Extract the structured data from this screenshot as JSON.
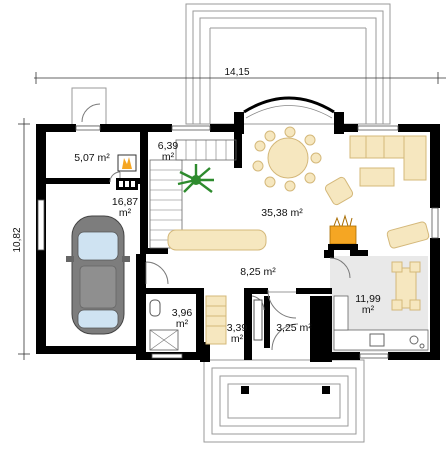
{
  "dimensions": {
    "width_label": "14,15",
    "height_label": "10,82"
  },
  "rooms": [
    {
      "id": "room-1",
      "area": "5,07 m²"
    },
    {
      "id": "room-2",
      "area": "6,39 m²"
    },
    {
      "id": "room-3",
      "area": "16,87 m²"
    },
    {
      "id": "room-4",
      "area": "35,38 m²"
    },
    {
      "id": "room-5",
      "area": "8,25 m²"
    },
    {
      "id": "room-6",
      "area": "3,96 m²"
    },
    {
      "id": "room-7",
      "area": "3,39 m²"
    },
    {
      "id": "room-8",
      "area": "3,25 m²"
    },
    {
      "id": "room-9",
      "area": "11,99 m²"
    }
  ],
  "colors": {
    "wall": "#000000",
    "kitchen_floor": "#e9e9e9",
    "furniture_fill": "#f6e7bf",
    "furniture_stroke": "#d4b87a",
    "car_body": "#7a7a7a",
    "car_glass": "#cfe3f2",
    "fireplace": "#f5a623",
    "plant": "#2e8b2e",
    "terrace_line": "#9a9a9a"
  }
}
